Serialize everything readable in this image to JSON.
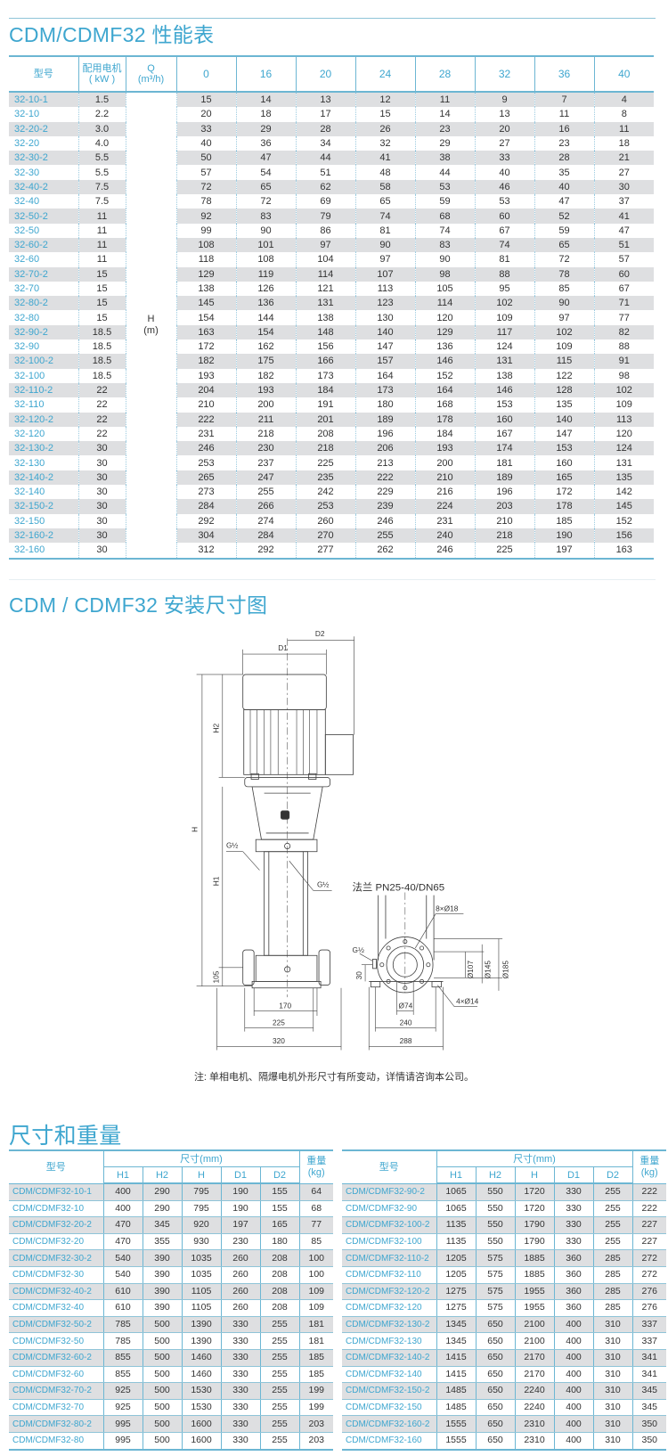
{
  "performance": {
    "title": "CDM/CDMF32 性能表",
    "headers": {
      "model": "型号",
      "motor": "配用电机",
      "motor_unit": "( kW )",
      "q": "Q",
      "q_unit": "(m³/h)",
      "flows": [
        "0",
        "16",
        "20",
        "24",
        "28",
        "32",
        "36",
        "40"
      ]
    },
    "h_label": "H",
    "h_unit": "(m)",
    "rows": [
      [
        "32-10-1",
        "1.5",
        "15",
        "14",
        "13",
        "12",
        "11",
        "9",
        "7",
        "4"
      ],
      [
        "32-10",
        "2.2",
        "20",
        "18",
        "17",
        "15",
        "14",
        "13",
        "11",
        "8"
      ],
      [
        "32-20-2",
        "3.0",
        "33",
        "29",
        "28",
        "26",
        "23",
        "20",
        "16",
        "11"
      ],
      [
        "32-20",
        "4.0",
        "40",
        "36",
        "34",
        "32",
        "29",
        "27",
        "23",
        "18"
      ],
      [
        "32-30-2",
        "5.5",
        "50",
        "47",
        "44",
        "41",
        "38",
        "33",
        "28",
        "21"
      ],
      [
        "32-30",
        "5.5",
        "57",
        "54",
        "51",
        "48",
        "44",
        "40",
        "35",
        "27"
      ],
      [
        "32-40-2",
        "7.5",
        "72",
        "65",
        "62",
        "58",
        "53",
        "46",
        "40",
        "30"
      ],
      [
        "32-40",
        "7.5",
        "78",
        "72",
        "69",
        "65",
        "59",
        "53",
        "47",
        "37"
      ],
      [
        "32-50-2",
        "11",
        "92",
        "83",
        "79",
        "74",
        "68",
        "60",
        "52",
        "41"
      ],
      [
        "32-50",
        "11",
        "99",
        "90",
        "86",
        "81",
        "74",
        "67",
        "59",
        "47"
      ],
      [
        "32-60-2",
        "11",
        "108",
        "101",
        "97",
        "90",
        "83",
        "74",
        "65",
        "51"
      ],
      [
        "32-60",
        "11",
        "118",
        "108",
        "104",
        "97",
        "90",
        "81",
        "72",
        "57"
      ],
      [
        "32-70-2",
        "15",
        "129",
        "119",
        "114",
        "107",
        "98",
        "88",
        "78",
        "60"
      ],
      [
        "32-70",
        "15",
        "138",
        "126",
        "121",
        "113",
        "105",
        "95",
        "85",
        "67"
      ],
      [
        "32-80-2",
        "15",
        "145",
        "136",
        "131",
        "123",
        "114",
        "102",
        "90",
        "71"
      ],
      [
        "32-80",
        "15",
        "154",
        "144",
        "138",
        "130",
        "120",
        "109",
        "97",
        "77"
      ],
      [
        "32-90-2",
        "18.5",
        "163",
        "154",
        "148",
        "140",
        "129",
        "117",
        "102",
        "82"
      ],
      [
        "32-90",
        "18.5",
        "172",
        "162",
        "156",
        "147",
        "136",
        "124",
        "109",
        "88"
      ],
      [
        "32-100-2",
        "18.5",
        "182",
        "175",
        "166",
        "157",
        "146",
        "131",
        "115",
        "91"
      ],
      [
        "32-100",
        "18.5",
        "193",
        "182",
        "173",
        "164",
        "152",
        "138",
        "122",
        "98"
      ],
      [
        "32-110-2",
        "22",
        "204",
        "193",
        "184",
        "173",
        "164",
        "146",
        "128",
        "102"
      ],
      [
        "32-110",
        "22",
        "210",
        "200",
        "191",
        "180",
        "168",
        "153",
        "135",
        "109"
      ],
      [
        "32-120-2",
        "22",
        "222",
        "211",
        "201",
        "189",
        "178",
        "160",
        "140",
        "113"
      ],
      [
        "32-120",
        "22",
        "231",
        "218",
        "208",
        "196",
        "184",
        "167",
        "147",
        "120"
      ],
      [
        "32-130-2",
        "30",
        "246",
        "230",
        "218",
        "206",
        "193",
        "174",
        "153",
        "124"
      ],
      [
        "32-130",
        "30",
        "253",
        "237",
        "225",
        "213",
        "200",
        "181",
        "160",
        "131"
      ],
      [
        "32-140-2",
        "30",
        "265",
        "247",
        "235",
        "222",
        "210",
        "189",
        "165",
        "135"
      ],
      [
        "32-140",
        "30",
        "273",
        "255",
        "242",
        "229",
        "216",
        "196",
        "172",
        "142"
      ],
      [
        "32-150-2",
        "30",
        "284",
        "266",
        "253",
        "239",
        "224",
        "203",
        "178",
        "145"
      ],
      [
        "32-150",
        "30",
        "292",
        "274",
        "260",
        "246",
        "231",
        "210",
        "185",
        "152"
      ],
      [
        "32-160-2",
        "30",
        "304",
        "284",
        "270",
        "255",
        "240",
        "218",
        "190",
        "156"
      ],
      [
        "32-160",
        "30",
        "312",
        "292",
        "277",
        "262",
        "246",
        "225",
        "197",
        "163"
      ]
    ]
  },
  "install": {
    "title": "CDM / CDMF32 安装尺寸图",
    "labels": {
      "d1": "D1",
      "d2": "D2",
      "h": "H",
      "h1": "H1",
      "h2": "H2",
      "d105": "105",
      "g_half": "G½",
      "d170": "170",
      "d225": "225",
      "d320": "320",
      "flange": "法兰 PN25-40/DN65",
      "bolts8": "8×Ø18",
      "d107": "Ø107",
      "d145": "Ø145",
      "d185": "Ø185",
      "d30": "30",
      "bolts4": "4×Ø14",
      "d74": "Ø74",
      "d240": "240",
      "d288": "288"
    },
    "note": "注: 单相电机、隔爆电机外形尺寸有所变动，详情请咨询本公司。"
  },
  "dimensions": {
    "title": "尺寸和重量",
    "headers": {
      "model": "型号",
      "size": "尺寸(mm)",
      "weight": "重量",
      "weight_unit": "(kg)",
      "cols": [
        "H1",
        "H2",
        "H",
        "D1",
        "D2"
      ]
    },
    "left_rows": [
      [
        "CDM/CDMF32-10-1",
        "400",
        "290",
        "795",
        "190",
        "155",
        "64"
      ],
      [
        "CDM/CDMF32-10",
        "400",
        "290",
        "795",
        "190",
        "155",
        "68"
      ],
      [
        "CDM/CDMF32-20-2",
        "470",
        "345",
        "920",
        "197",
        "165",
        "77"
      ],
      [
        "CDM/CDMF32-20",
        "470",
        "355",
        "930",
        "230",
        "180",
        "85"
      ],
      [
        "CDM/CDMF32-30-2",
        "540",
        "390",
        "1035",
        "260",
        "208",
        "100"
      ],
      [
        "CDM/CDMF32-30",
        "540",
        "390",
        "1035",
        "260",
        "208",
        "100"
      ],
      [
        "CDM/CDMF32-40-2",
        "610",
        "390",
        "1105",
        "260",
        "208",
        "109"
      ],
      [
        "CDM/CDMF32-40",
        "610",
        "390",
        "1105",
        "260",
        "208",
        "109"
      ],
      [
        "CDM/CDMF32-50-2",
        "785",
        "500",
        "1390",
        "330",
        "255",
        "181"
      ],
      [
        "CDM/CDMF32-50",
        "785",
        "500",
        "1390",
        "330",
        "255",
        "181"
      ],
      [
        "CDM/CDMF32-60-2",
        "855",
        "500",
        "1460",
        "330",
        "255",
        "185"
      ],
      [
        "CDM/CDMF32-60",
        "855",
        "500",
        "1460",
        "330",
        "255",
        "185"
      ],
      [
        "CDM/CDMF32-70-2",
        "925",
        "500",
        "1530",
        "330",
        "255",
        "199"
      ],
      [
        "CDM/CDMF32-70",
        "925",
        "500",
        "1530",
        "330",
        "255",
        "199"
      ],
      [
        "CDM/CDMF32-80-2",
        "995",
        "500",
        "1600",
        "330",
        "255",
        "203"
      ],
      [
        "CDM/CDMF32-80",
        "995",
        "500",
        "1600",
        "330",
        "255",
        "203"
      ]
    ],
    "right_rows": [
      [
        "CDM/CDMF32-90-2",
        "1065",
        "550",
        "1720",
        "330",
        "255",
        "222"
      ],
      [
        "CDM/CDMF32-90",
        "1065",
        "550",
        "1720",
        "330",
        "255",
        "222"
      ],
      [
        "CDM/CDMF32-100-2",
        "1135",
        "550",
        "1790",
        "330",
        "255",
        "227"
      ],
      [
        "CDM/CDMF32-100",
        "1135",
        "550",
        "1790",
        "330",
        "255",
        "227"
      ],
      [
        "CDM/CDMF32-110-2",
        "1205",
        "575",
        "1885",
        "360",
        "285",
        "272"
      ],
      [
        "CDM/CDMF32-110",
        "1205",
        "575",
        "1885",
        "360",
        "285",
        "272"
      ],
      [
        "CDM/CDMF32-120-2",
        "1275",
        "575",
        "1955",
        "360",
        "285",
        "276"
      ],
      [
        "CDM/CDMF32-120",
        "1275",
        "575",
        "1955",
        "360",
        "285",
        "276"
      ],
      [
        "CDM/CDMF32-130-2",
        "1345",
        "650",
        "2100",
        "400",
        "310",
        "337"
      ],
      [
        "CDM/CDMF32-130",
        "1345",
        "650",
        "2100",
        "400",
        "310",
        "337"
      ],
      [
        "CDM/CDMF32-140-2",
        "1415",
        "650",
        "2170",
        "400",
        "310",
        "341"
      ],
      [
        "CDM/CDMF32-140",
        "1415",
        "650",
        "2170",
        "400",
        "310",
        "341"
      ],
      [
        "CDM/CDMF32-150-2",
        "1485",
        "650",
        "2240",
        "400",
        "310",
        "345"
      ],
      [
        "CDM/CDMF32-150",
        "1485",
        "650",
        "2240",
        "400",
        "310",
        "345"
      ],
      [
        "CDM/CDMF32-160-2",
        "1555",
        "650",
        "2310",
        "400",
        "310",
        "350"
      ],
      [
        "CDM/CDMF32-160",
        "1555",
        "650",
        "2310",
        "400",
        "310",
        "350"
      ]
    ]
  }
}
